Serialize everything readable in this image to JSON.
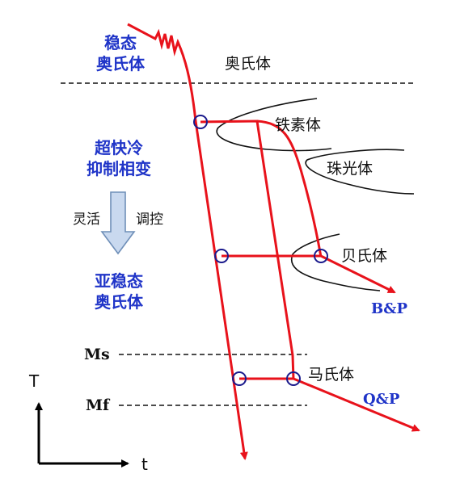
{
  "left_panel": {
    "stable_line1": "稳态",
    "stable_line2": "奥氏体",
    "ultrafast_line1": "超快冷",
    "ultrafast_line2": "抑制相变",
    "flexible": "灵活",
    "control": "调控",
    "meta_line1": "亚稳态",
    "meta_line2": "奥氏体"
  },
  "phases": {
    "austenite": "奥氏体",
    "ferrite": "铁素体",
    "pearlite": "珠光体",
    "bainite": "贝氏体",
    "martensite": "马氏体"
  },
  "processes": {
    "bp": "B&P",
    "qp": "Q&P"
  },
  "lines": {
    "ms": "Ms",
    "mf": "Mf"
  },
  "axes": {
    "y": "T",
    "x": "t"
  },
  "colors": {
    "cooling_path": "#e8121b",
    "marker": "#1a1a8c",
    "text_blue": "#1f34c8",
    "arrow_fill": "#c9d9ef",
    "arrow_stroke": "#6f8fb8"
  }
}
